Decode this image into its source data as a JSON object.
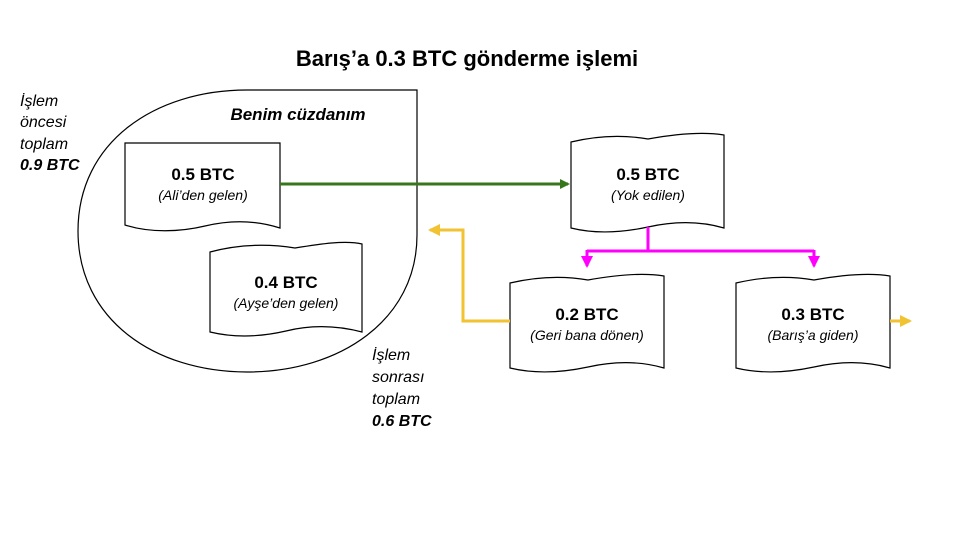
{
  "title": "Barış’a 0.3 BTC gönderme işlemi",
  "wallet": {
    "label": "Benim cüzdanım"
  },
  "notes": {
    "before": {
      "lines": [
        "İşlem",
        "öncesi",
        "toplam"
      ],
      "total": "0.9 BTC"
    },
    "after": {
      "lines": [
        "İşlem",
        "sonrası",
        "toplam"
      ],
      "total": "0.6 BTC"
    }
  },
  "documents": {
    "ali": {
      "amount": "0.5 BTC",
      "source": "(Ali’den gelen)"
    },
    "ayse": {
      "amount": "0.4 BTC",
      "source": "(Ayşe’den gelen)"
    },
    "destroyed": {
      "amount": "0.5 BTC",
      "source": "(Yok edilen)"
    },
    "change": {
      "amount": "0.2 BTC",
      "source": "(Geri bana dönen)"
    },
    "baris": {
      "amount": "0.3 BTC",
      "source": "(Barış’a giden)"
    }
  },
  "colors": {
    "spend_arrow": "#38761d",
    "split_arrow": "#ff00ff",
    "output_arrow": "#f1c232"
  }
}
